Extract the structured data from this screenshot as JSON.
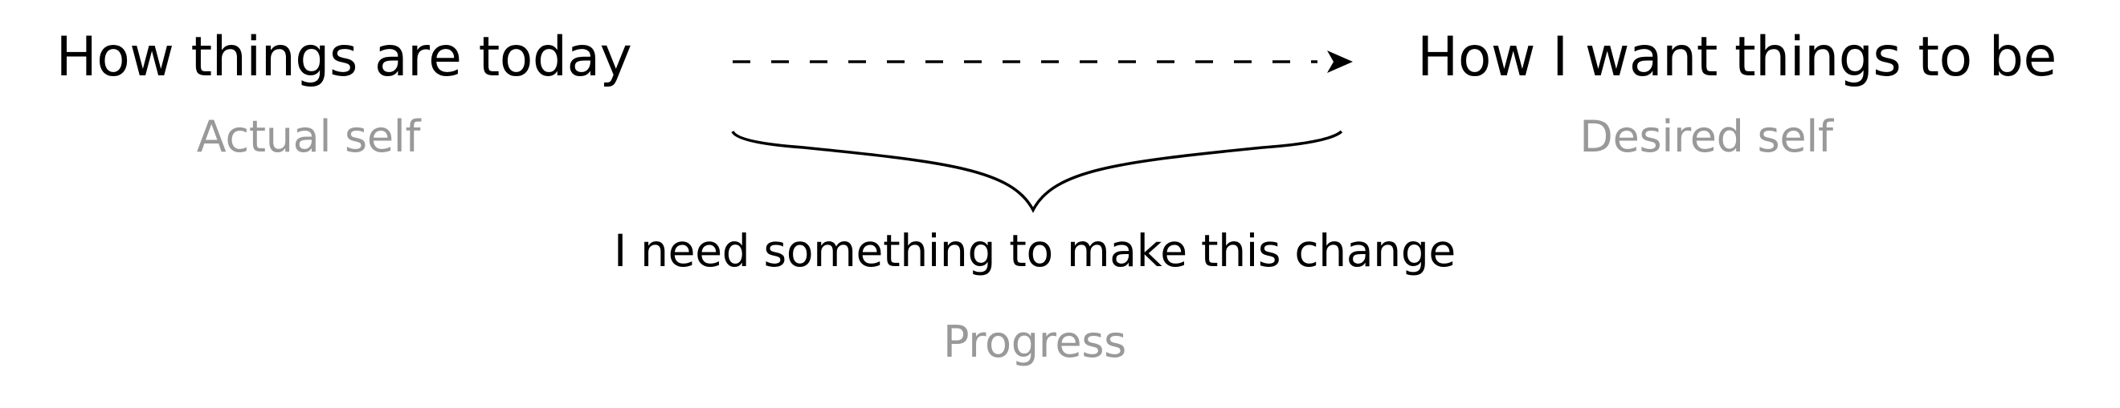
{
  "current_state": {
    "title": "How things are today",
    "subtitle": "Actual self"
  },
  "future_state": {
    "title": "How I want things to be",
    "subtitle": "Desired self"
  },
  "gap": {
    "title": "I need something to make this change",
    "subtitle": "Progress"
  },
  "colors": {
    "primary_text": "#000000",
    "secondary_text": "#999999",
    "connector": "#000000"
  }
}
